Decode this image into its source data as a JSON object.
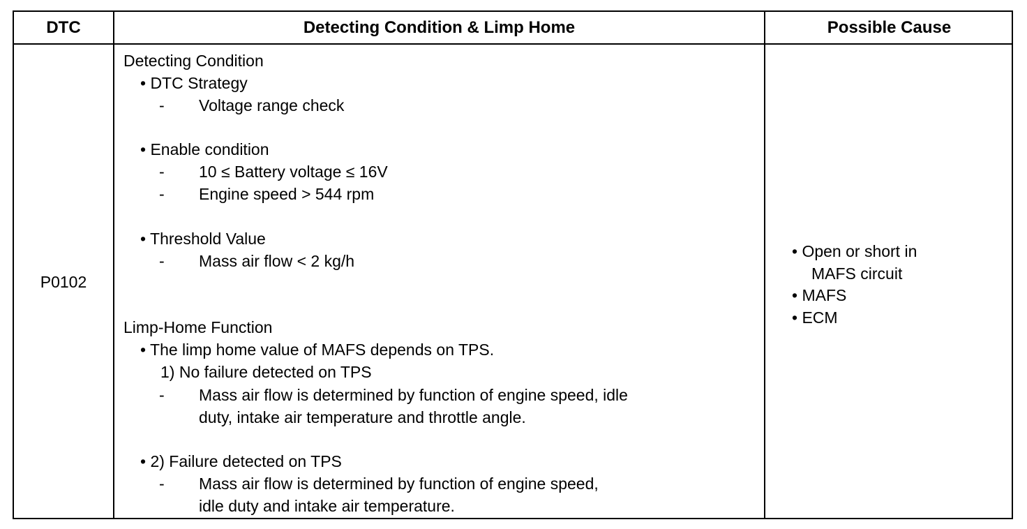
{
  "table": {
    "headers": {
      "dtc": "DTC",
      "condition": "Detecting Condition & Limp Home",
      "cause": "Possible Cause"
    },
    "row": {
      "dtc": "P0102",
      "detecting_title": "Detecting Condition",
      "dtc_strategy": "• DTC Strategy",
      "strategy_items": [
        "Voltage range check"
      ],
      "enable_condition": "• Enable condition",
      "enable_items": [
        "10 ≤ Battery voltage ≤ 16V",
        "Engine speed > 544 rpm"
      ],
      "threshold_value": "• Threshold Value",
      "threshold_items": [
        "Mass air flow < 2 kg/h"
      ],
      "limp_title": "Limp-Home Function",
      "limp_bullet": "• The limp home value of MAFS depends on TPS.",
      "case1_title": "1) No failure detected on TPS",
      "case1_text_line1": "Mass air flow is determined by function of engine speed, idle",
      "case1_text_line2": "duty, intake air temperature and throttle angle.",
      "case2_title": "• 2) Failure detected on TPS",
      "case2_text_line1": "Mass air flow is determined by function of engine speed,",
      "case2_text_line2": "idle duty and intake air temperature.",
      "dash": "-",
      "possible_causes": [
        "• Open or short in",
        "MAFS circuit",
        "• MAFS",
        "• ECM"
      ]
    }
  }
}
